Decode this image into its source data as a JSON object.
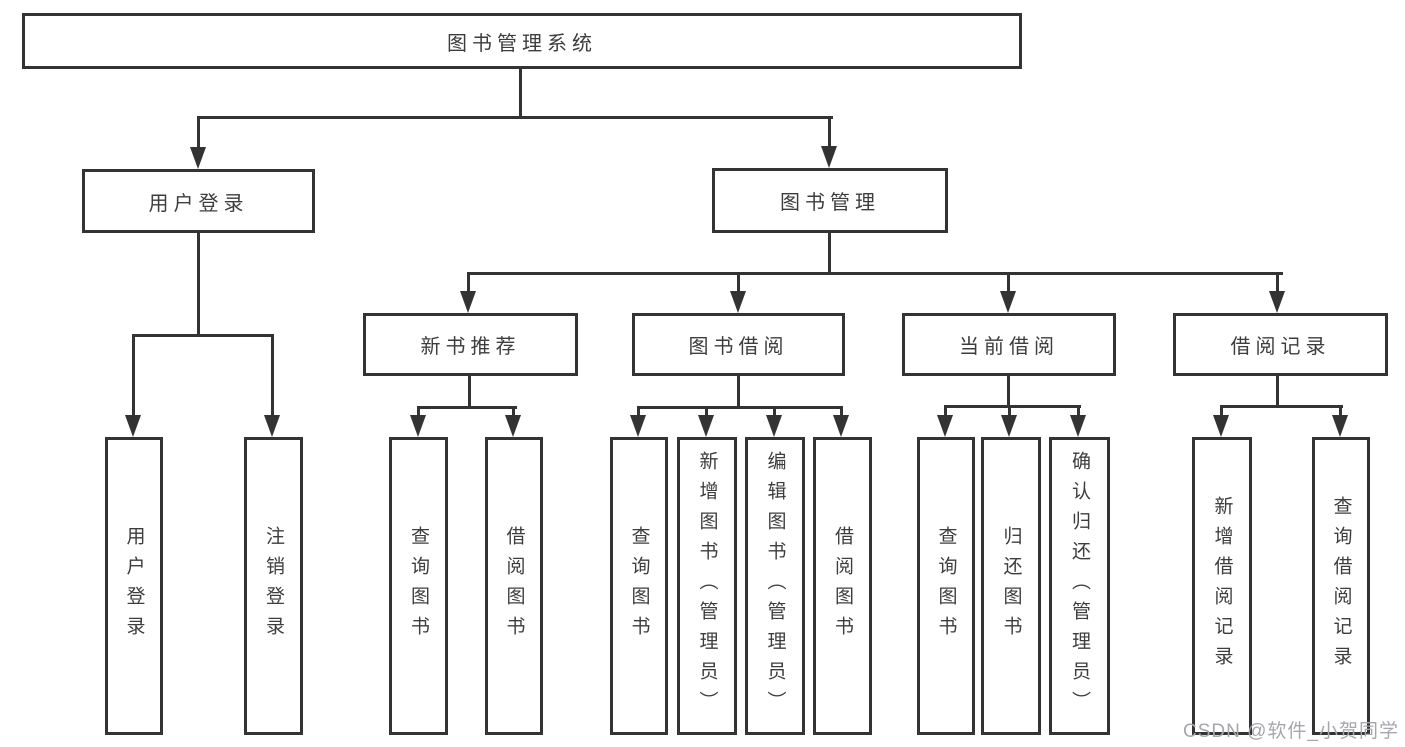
{
  "diagram": {
    "title": "图书管理系统",
    "watermark": "CSDN @软件_小贺同学",
    "colors": {
      "line": "#333333",
      "text": "#3d3d3d",
      "background": "#ffffff",
      "watermark": "#a6a6ae"
    },
    "tree": {
      "label": "图书管理系统",
      "children": [
        {
          "label": "用户登录",
          "children": [
            {
              "label": "用户登录"
            },
            {
              "label": "注销登录"
            }
          ]
        },
        {
          "label": "图书管理",
          "children": [
            {
              "label": "新书推荐",
              "children": [
                {
                  "label": "查询图书"
                },
                {
                  "label": "借阅图书"
                }
              ]
            },
            {
              "label": "图书借阅",
              "children": [
                {
                  "label": "查询图书"
                },
                {
                  "label": "新增图书（管理员）"
                },
                {
                  "label": "编辑图书（管理员）"
                },
                {
                  "label": "借阅图书"
                }
              ]
            },
            {
              "label": "当前借阅",
              "children": [
                {
                  "label": "查询图书"
                },
                {
                  "label": "归还图书"
                },
                {
                  "label": "确认归还（管理员）"
                }
              ]
            },
            {
              "label": "借阅记录",
              "children": [
                {
                  "label": "新增借阅记录"
                },
                {
                  "label": "查询借阅记录"
                }
              ]
            }
          ]
        }
      ]
    }
  }
}
